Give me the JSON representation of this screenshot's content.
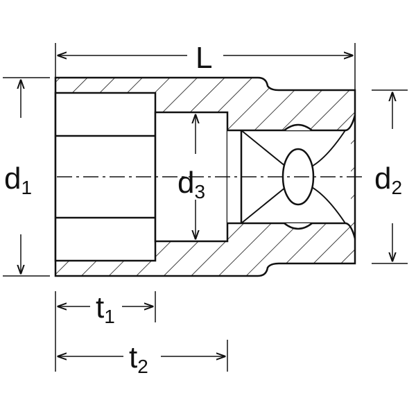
{
  "diagram": {
    "dimensions": {
      "L": {
        "letter": "L",
        "sub": ""
      },
      "d1": {
        "letter": "d",
        "sub": "1"
      },
      "d2": {
        "letter": "d",
        "sub": "2"
      },
      "d3": {
        "letter": "d",
        "sub": "3"
      },
      "t1": {
        "letter": "t",
        "sub": "1"
      },
      "t2": {
        "letter": "t",
        "sub": "2"
      }
    },
    "colors": {
      "ink": "#111111",
      "background": "#ffffff"
    }
  }
}
